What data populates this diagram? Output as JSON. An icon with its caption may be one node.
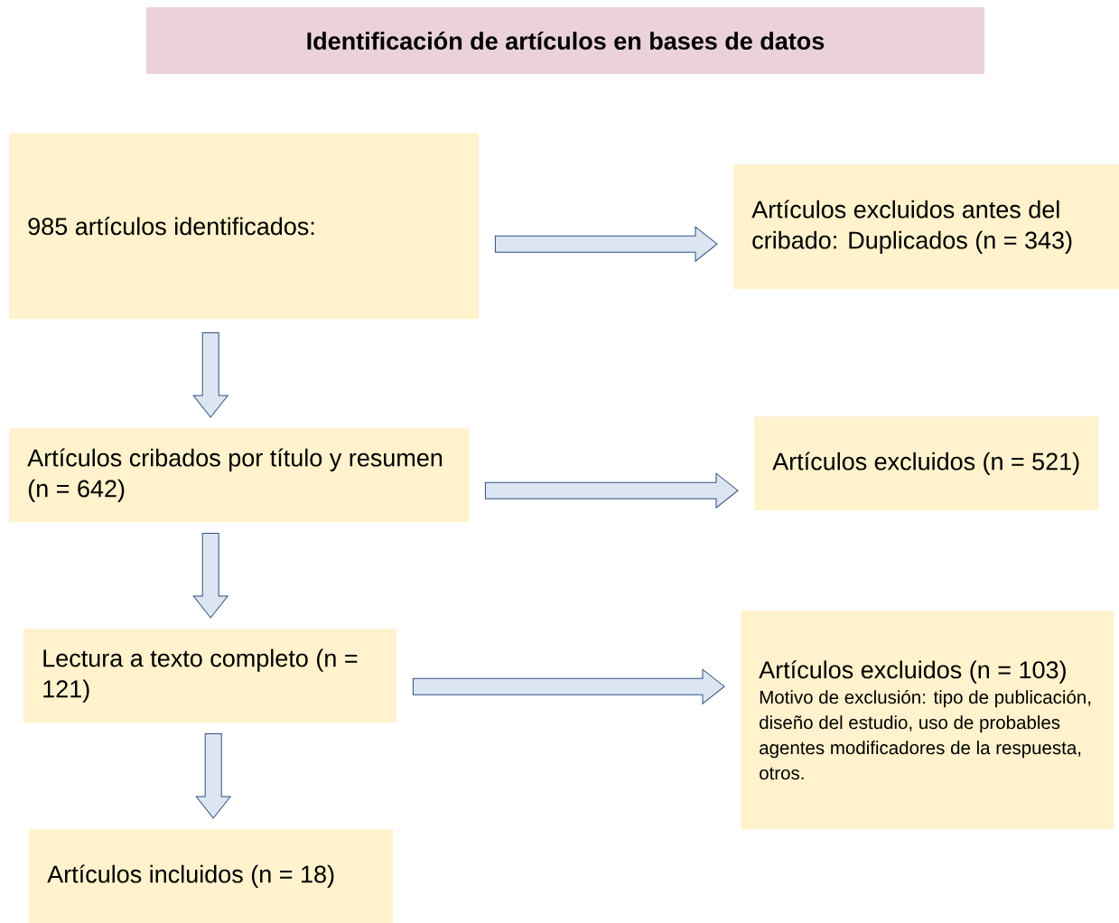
{
  "diagram": {
    "title": "Identificación de artículos en bases de datos",
    "nodes": [
      {
        "text": [
          "985 artículos identificados:"
        ]
      },
      {
        "text": [
          "Artículos excluidos antes del cribado: Duplicados (n = 343)"
        ]
      },
      {
        "text": [
          "Artículos cribados por título y resumen (n = 642)"
        ]
      },
      {
        "text": [
          "Artículos excluidos (n = 521)"
        ]
      },
      {
        "text": [
          "Lectura a texto completo (n = 121)"
        ]
      },
      {
        "text": [
          "Artículos excluidos (n = 103)",
          "Motivo de exclusión: tipo de publicación, diseño del estudio, uso de probables agentes modificadores de la respuesta, otros."
        ]
      },
      {
        "text": [
          "Artículos incluidos (n = 18)"
        ]
      }
    ],
    "edges": [
      {
        "from": 0,
        "to": 1,
        "arrow": "to"
      },
      {
        "from": 0,
        "to": 2,
        "arrow": "to"
      },
      {
        "from": 2,
        "to": 3,
        "arrow": "to"
      },
      {
        "from": 2,
        "to": 4,
        "arrow": "to"
      },
      {
        "from": 4,
        "to": 5,
        "arrow": "to"
      },
      {
        "from": 4,
        "to": 6,
        "arrow": "to"
      }
    ]
  }
}
